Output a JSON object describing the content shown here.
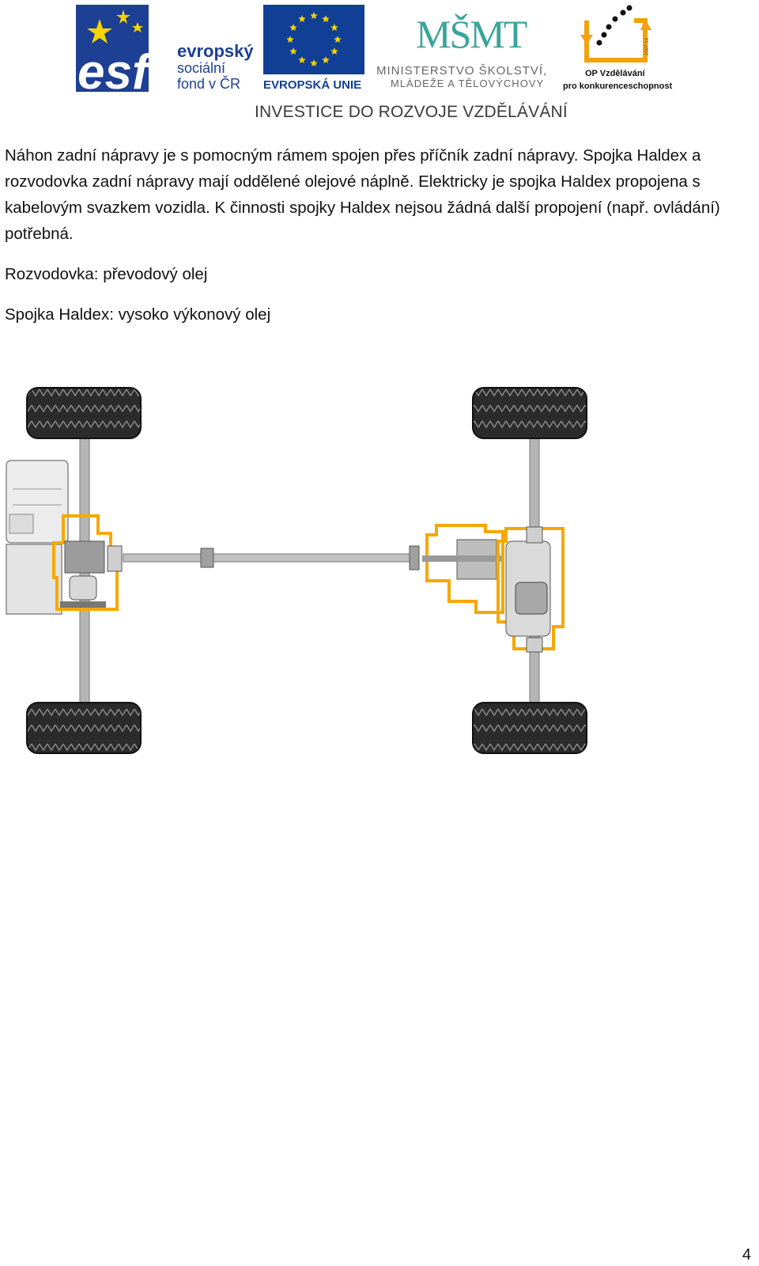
{
  "header": {
    "esf_logo": {
      "line1": "evropský",
      "line2": "sociální",
      "line3": "fond v ČR",
      "mark": "esf"
    },
    "eu_logo": {
      "caption": "EVROPSKÁ UNIE"
    },
    "msmt_logo": {
      "mark": "MŠMT",
      "line1": "MINISTERSTVO ŠKOLSTVÍ,",
      "line2": "MLÁDEŽE A TĚLOVÝCHOVY"
    },
    "op_logo": {
      "line1": "OP Vzdělávání",
      "line2": "pro konkurenceschopnost",
      "years": "2007-13"
    },
    "investice": "INVESTICE DO ROZVOJE VZDĚLÁVÁNÍ"
  },
  "content": {
    "paragraph": "Náhon zadní nápravy je s pomocným rámem spojen přes příčník zadní nápravy. Spojka Haldex a rozvodovka zadní nápravy mají oddělené olejové náplně. Elektricky je spojka Haldex propojena s kabelovým svazkem vozidla. K činnosti spojky Haldex nejsou žádná další propojení (např. ovládání) potřebná.",
    "line_rozvodovka": "Rozvodovka: převodový olej",
    "line_haldex": "Spojka Haldex: vysoko výkonový olej"
  },
  "colors": {
    "esf_blue": "#1d3f94",
    "eu_blue": "#113f96",
    "eu_star": "#f5d400",
    "msmt_teal": "#3aa59a",
    "op_orange": "#f2a20c",
    "highlight_orange": "#f6a800",
    "shaft_grey": "#a9a9a9",
    "tire_dark": "#2b2b2b"
  },
  "footer": {
    "page_number": "4"
  }
}
